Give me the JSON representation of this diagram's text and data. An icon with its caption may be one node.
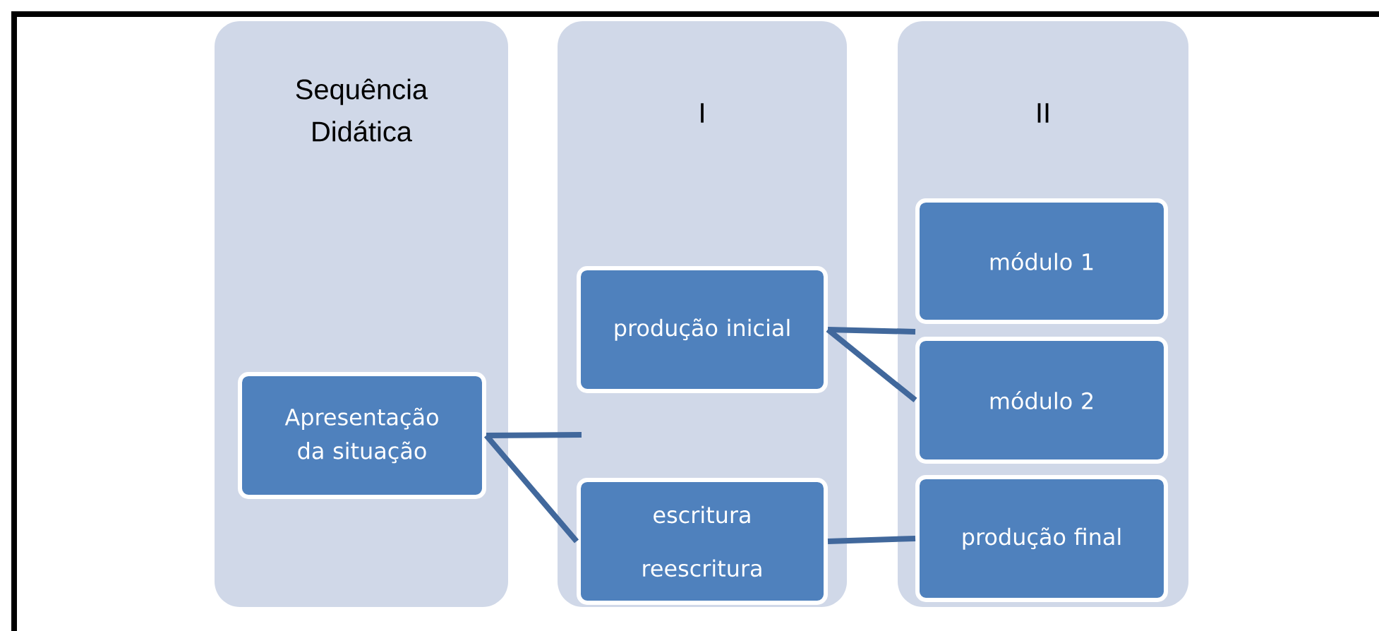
{
  "diagram": {
    "nodes": [
      {
        "text": [
          "Sequência Didática"
        ]
      },
      {
        "text": [
          "I"
        ]
      },
      {
        "text": [
          "II"
        ]
      },
      {
        "text": [
          "Apresentação da situação"
        ],
        "in": 0
      },
      {
        "text": [
          "produção inicial"
        ],
        "in": 1
      },
      {
        "text": [
          "escritura",
          "reescritura"
        ],
        "in": 1
      },
      {
        "text": [
          "módulo 1"
        ],
        "in": 2
      },
      {
        "text": [
          "módulo 2"
        ],
        "in": 2
      },
      {
        "text": [
          "produção final"
        ],
        "in": 2
      }
    ],
    "edges": [
      {
        "from": 3,
        "to": null,
        "arrow": "none"
      },
      {
        "from": 3,
        "to": 5,
        "arrow": "none"
      },
      {
        "from": 4,
        "to": 6,
        "arrow": "none"
      },
      {
        "from": 4,
        "to": 7,
        "arrow": "none"
      },
      {
        "from": 5,
        "to": 8,
        "arrow": "none"
      }
    ]
  }
}
